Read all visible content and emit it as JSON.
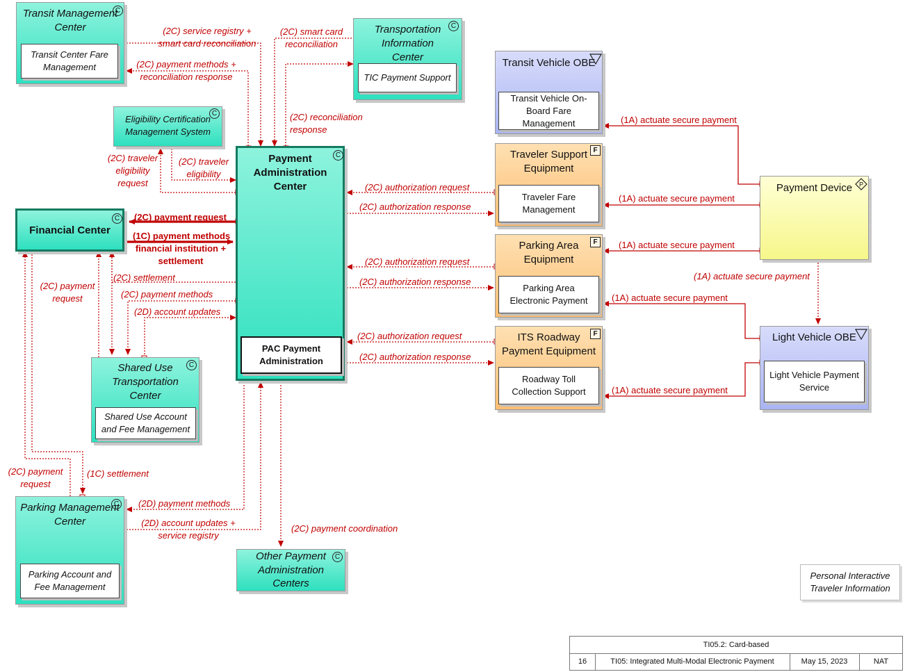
{
  "nodes": {
    "transit_mgmt": {
      "title": "Transit Management Center",
      "inner": "Transit Center Fare Management",
      "badge": "C"
    },
    "tic": {
      "title": "Transportation Information Center",
      "inner": "TIC Payment Support",
      "badge": "C"
    },
    "transit_vehicle": {
      "title": "Transit Vehicle OBE",
      "inner": "Transit Vehicle On-Board Fare Management"
    },
    "eligibility": {
      "title": "Eligibility Certification Management System",
      "badge": "C"
    },
    "pac": {
      "title": "Payment Administration Center",
      "inner": "PAC Payment Administration",
      "badge": "C"
    },
    "traveler_support": {
      "title": "Traveler Support Equipment",
      "inner": "Traveler Fare Management",
      "badge": "F"
    },
    "payment_device": {
      "title": "Payment Device",
      "badge": "P"
    },
    "financial": {
      "title": "Financial Center",
      "badge": "C"
    },
    "parking_equip": {
      "title": "Parking Area Equipment",
      "inner": "Parking Area Electronic Payment",
      "badge": "F"
    },
    "its_roadway": {
      "title": "ITS Roadway Payment Equipment",
      "inner": "Roadway Toll Collection Support",
      "badge": "F"
    },
    "light_vehicle": {
      "title": "Light Vehicle OBE",
      "inner": "Light Vehicle Payment Service"
    },
    "shared_use": {
      "title": "Shared Use Transportation Center",
      "inner": "Shared Use Account and Fee Management",
      "badge": "C"
    },
    "parking_mgmt": {
      "title": "Parking Management Center",
      "inner": "Parking Account and Fee Management",
      "badge": "C"
    },
    "other_pac": {
      "title": "Other Payment Administration Centers",
      "badge": "C"
    }
  },
  "flows": {
    "service_registry": "(2C) service registry + smart card reconciliation",
    "payment_methods_recon": "(2C) payment methods + reconciliation response",
    "smart_card_recon": "(2C) smart card reconciliation",
    "reconciliation_response": "(2C) reconciliation response",
    "traveler_elig_req": "(2C) traveler eligibility request",
    "traveler_elig": "(2C) traveler eligibility",
    "payment_request_fc": "(2C) payment request",
    "payment_methods_1c": "(1C) payment methods",
    "fin_inst_settlement": "financial institution + settlement",
    "settlement_2c": "(2C) settlement",
    "payment_request_2c_left": "(2C) payment request",
    "payment_methods_2c": "(2C) payment methods",
    "account_updates_2d": "(2D) account updates",
    "auth_req_1": "(2C) authorization request",
    "auth_resp_1": "(2C) authorization response",
    "auth_req_2": "(2C) authorization request",
    "auth_resp_2": "(2C) authorization response",
    "auth_req_3": "(2C) authorization request",
    "auth_resp_3": "(2C) authorization response",
    "actuate_tv": "(1A) actuate secure payment",
    "actuate_ts": "(1A) actuate secure payment",
    "actuate_pa": "(1A) actuate secure payment",
    "actuate_pd_lv": "(1A) actuate secure payment",
    "actuate_lv_pa": "(1A) actuate secure payment",
    "actuate_lv_rt": "(1A) actuate secure payment",
    "payment_request_pm": "(2C) payment request",
    "settlement_1c": "(1C) settlement",
    "payment_methods_2d": "(2D) payment methods",
    "account_updates_service": "(2D) account updates + service registry",
    "payment_coordination": "(2C) payment coordination"
  },
  "side_note": "Personal Interactive Traveler Information",
  "footer": {
    "title": "TI05.2: Card-based",
    "page": "16",
    "package": "TI05: Integrated Multi-Modal Electronic Payment",
    "date": "May 15, 2023",
    "scope": "NAT"
  },
  "colors": {
    "flow": "#c00000",
    "center": "#2ee0bf",
    "field": "#fbbe73",
    "vehicle": "#a9b4f2",
    "personal": "#f6f78a"
  }
}
